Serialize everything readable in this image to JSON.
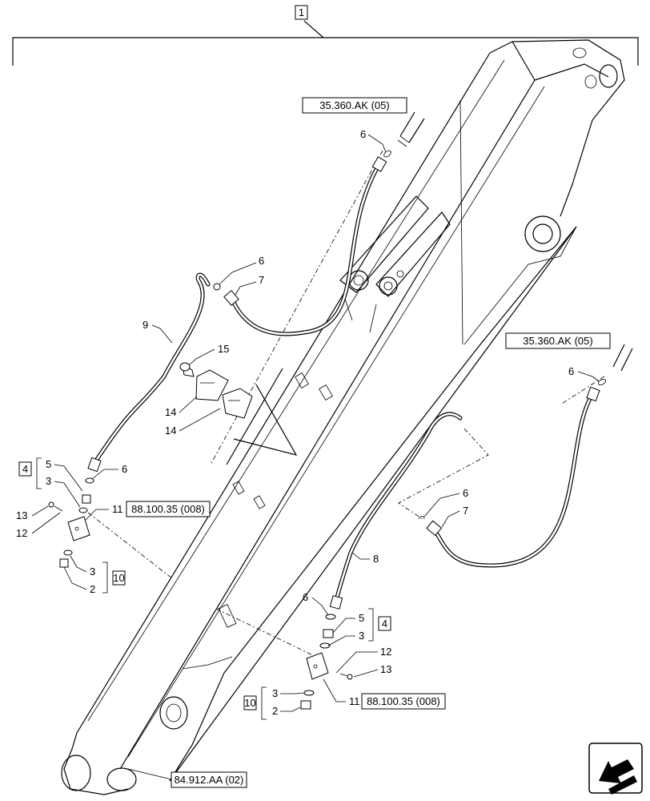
{
  "assembly": {
    "ref": "1"
  },
  "references": {
    "hose_supply_top": "35.360.AK (05)",
    "hose_supply_right": "35.360.AK (05)",
    "block_left": "88.100.35 (008)",
    "block_right": "88.100.35 (008)",
    "boom_ref": "84.912.AA (02)"
  },
  "groups": {
    "left_fitting_kit": "4",
    "left_plug_kit": "10",
    "right_fitting_kit": "4",
    "right_plug_kit": "10"
  },
  "callouts": {
    "top_oring": "6",
    "top_oring2": "6",
    "top_hose": "7",
    "left_tube": "9",
    "bolt": "15",
    "clamp_a": "14",
    "clamp_b": "14",
    "l_kit_5": "5",
    "l_kit_3": "3",
    "l_kit_6": "6",
    "l_13": "13",
    "l_12": "12",
    "l_11": "11",
    "l_plug_3": "3",
    "l_plug_2": "2",
    "r_oring_top": "6",
    "r_oring_mid": "6",
    "r_hose": "7",
    "r_tube": "8",
    "r_kit_6": "6",
    "r_kit_5": "5",
    "r_kit_3": "3",
    "r_12": "12",
    "r_13": "13",
    "r_11": "11",
    "r_plug_3": "3",
    "r_plug_2": "2"
  },
  "navigation": {
    "icon": "previous-page-arrow-icon"
  }
}
